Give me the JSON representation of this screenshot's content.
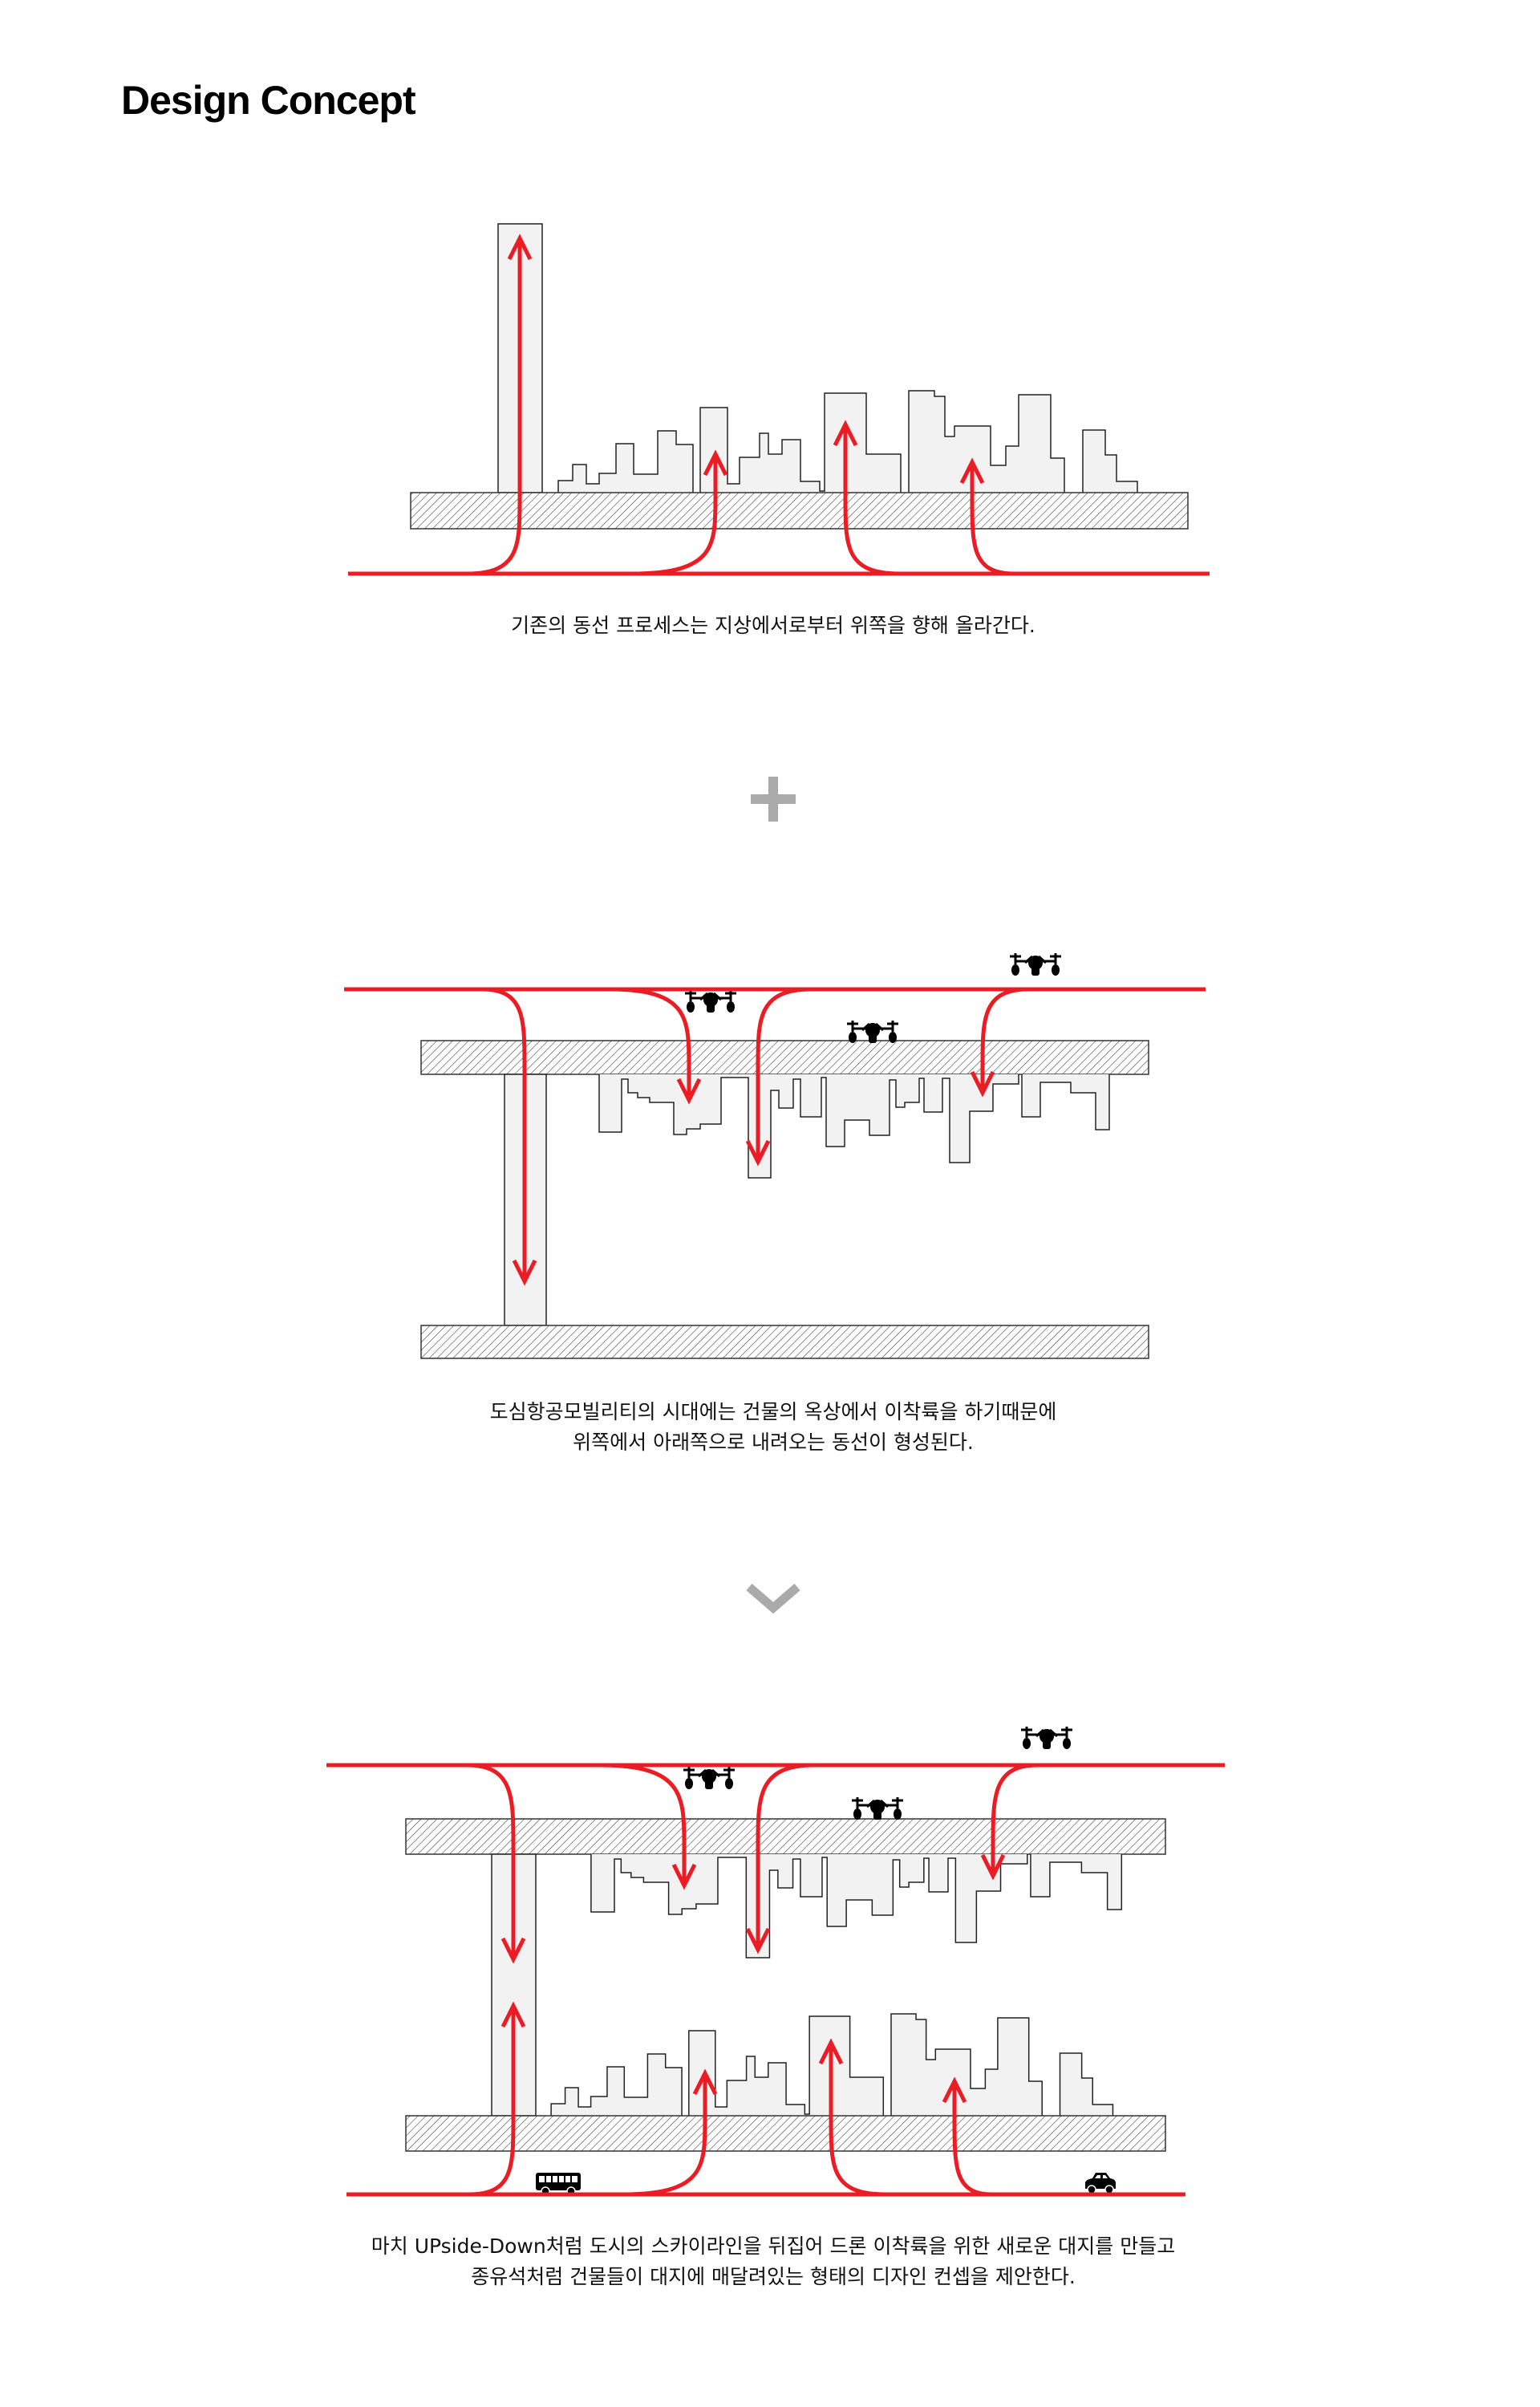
{
  "title": "Design Concept",
  "captions": {
    "existing": "기존의 동선 프로세스는 지상에서로부터 위쪽을 향해 올라간다.",
    "uam_line1": "도심항공모빌리티의 시대에는 건물의 옥상에서 이착륙을 하기때문에",
    "uam_line2": "위쪽에서 아래쪽으로 내려오는 동선이 형성된다.",
    "concept_line1": "마치 UPside-Down처럼 도시의 스카이라인을 뒤집어 드론 이착륙을 위한 새로운 대지를 만들고",
    "concept_line2": "종유석처럼 건물들이 대지에 매달려있는 형태의 디자인 컨셉을 제안한다."
  },
  "colors": {
    "flow_arrow": "#ec1c24",
    "building_fill": "#f2f2f2",
    "operator": "#aaaaaa"
  },
  "icons": [
    "plus-icon",
    "chevron-down-icon",
    "drone-icon",
    "bus-icon",
    "car-icon"
  ]
}
